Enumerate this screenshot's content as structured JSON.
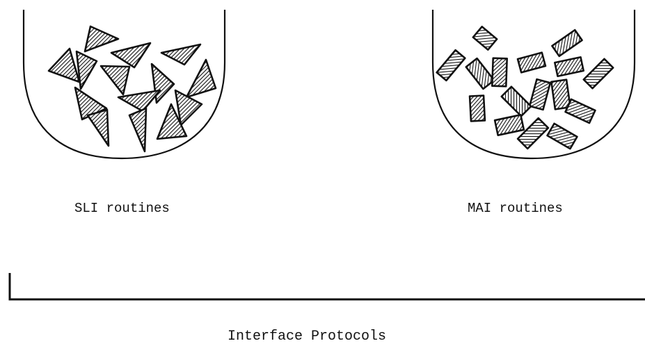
{
  "labels": {
    "sli": "SLI routines",
    "mai": "MAI routines",
    "protocols": "Interface Protocols"
  },
  "colors": {
    "ink": "#111111",
    "background": "#ffffff"
  }
}
